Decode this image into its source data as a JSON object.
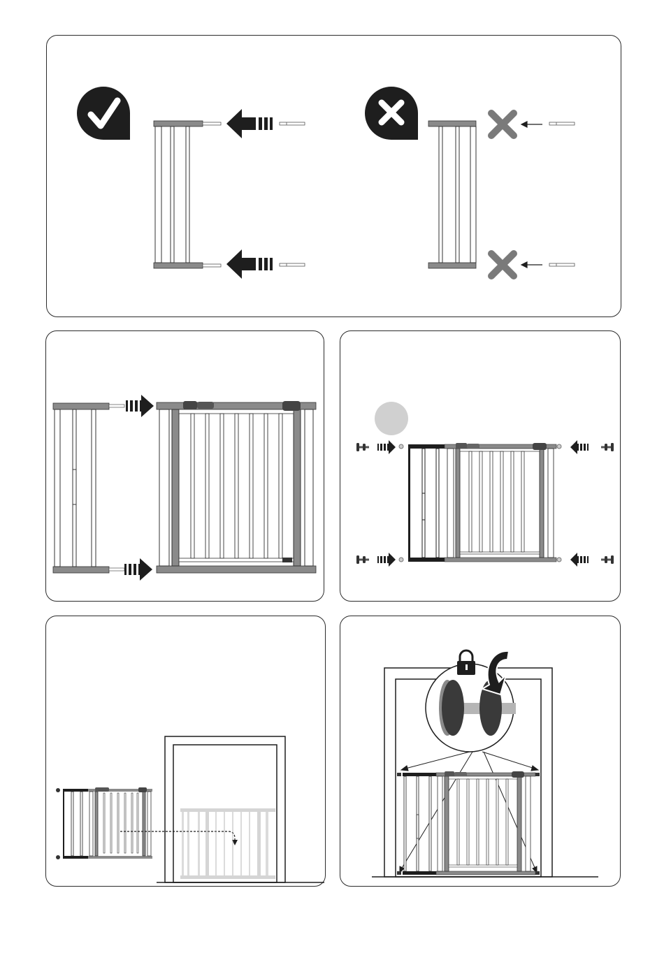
{
  "document": {
    "panels": [
      {
        "id": "panel-top",
        "content": "correct-vs-incorrect-extension-pin-insertion"
      },
      {
        "id": "panel-middle-left",
        "content": "attach-extension-to-gate"
      },
      {
        "id": "panel-middle-right",
        "content": "fit-pressure-spindles"
      },
      {
        "id": "panel-bottom-left",
        "content": "place-gate-in-doorway"
      },
      {
        "id": "panel-bottom-right",
        "content": "tighten-and-lock-spindles"
      }
    ],
    "icons": [
      "check-icon",
      "cross-icon",
      "lock-icon",
      "rotate-arrow-icon"
    ],
    "colors": {
      "ink": "#1e1e1e",
      "frame_grey": "#8a8a8a",
      "light_grey": "#c9c9c9",
      "badge_grey": "#d0d0d0"
    }
  }
}
